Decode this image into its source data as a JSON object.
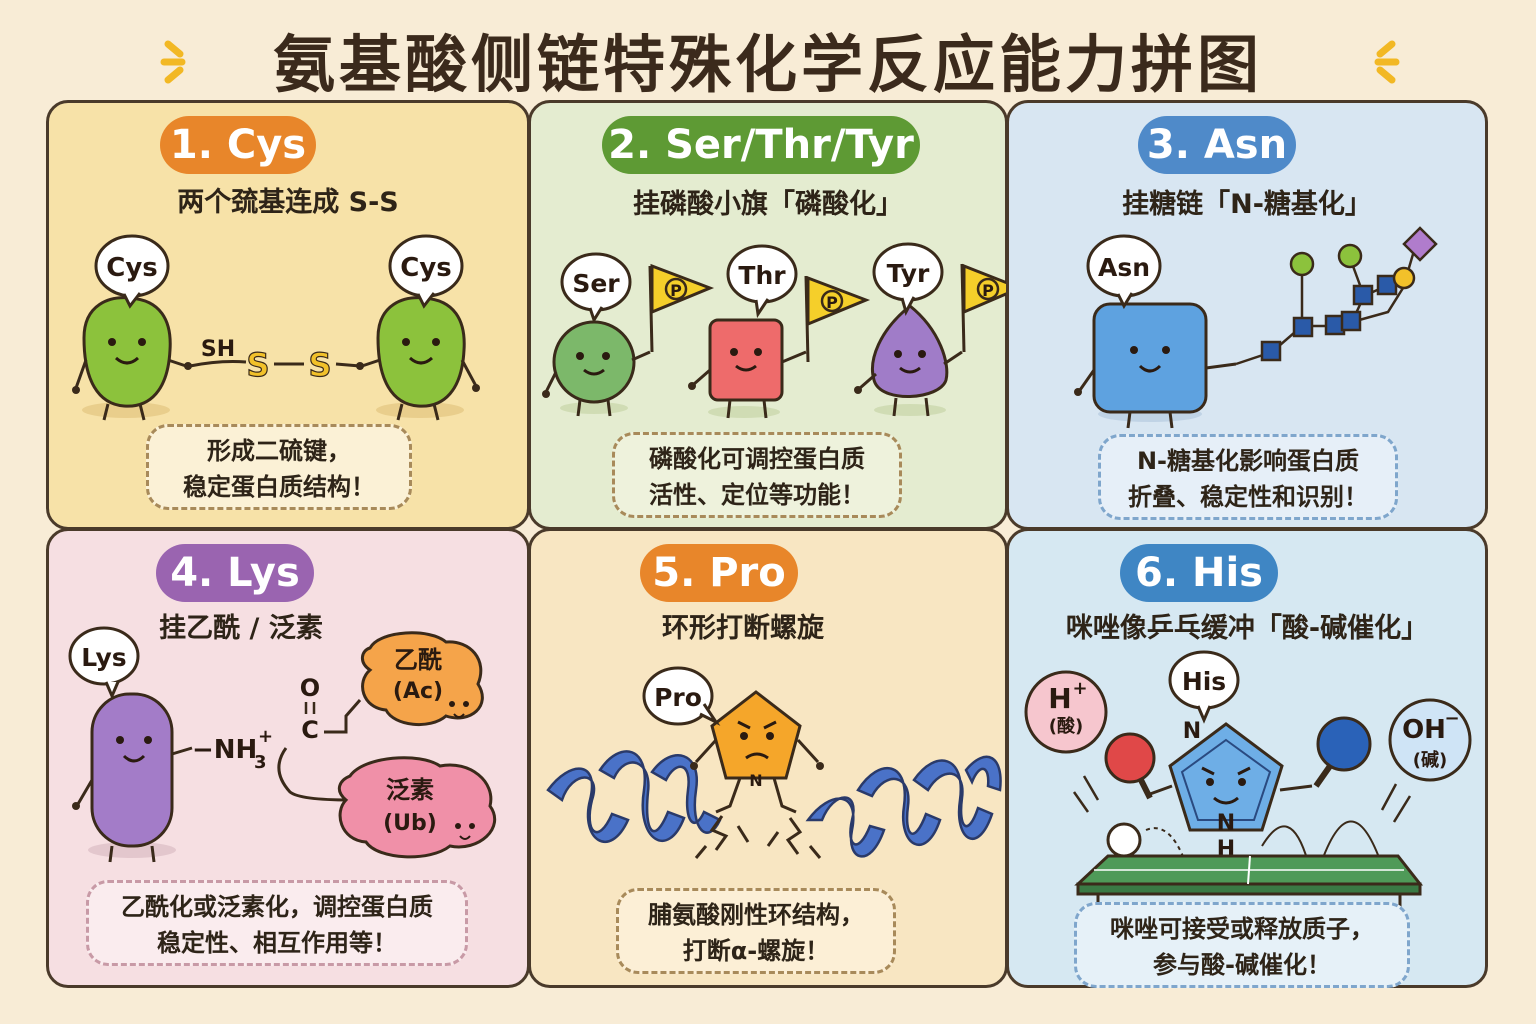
{
  "title": "氨基酸侧链特殊化学反应能力拼图",
  "colors": {
    "background": "#f8ecd6",
    "cys": "#e8862a",
    "ser": "#5e9a34",
    "asn": "#4f8ac9",
    "lys": "#9a64b0",
    "pro": "#e8862a",
    "his": "#3f86c4"
  },
  "panels": [
    {
      "id": "cys",
      "badge": "1. Cys",
      "subtitle": "两个巯基连成 S-S",
      "labels": {
        "left": "Cys",
        "right": "Cys",
        "sh": "SH",
        "s1": "S",
        "s2": "S"
      },
      "note": [
        "形成二硫键，",
        "稳定蛋白质结构！"
      ]
    },
    {
      "id": "ser",
      "badge": "2. Ser/Thr/Tyr",
      "subtitle": "挂磷酸小旗「磷酸化」",
      "labels": {
        "ser": "Ser",
        "thr": "Thr",
        "tyr": "Tyr",
        "flag": "P"
      },
      "note": [
        "磷酸化可调控蛋白质",
        "活性、定位等功能！"
      ]
    },
    {
      "id": "asn",
      "badge": "3. Asn",
      "subtitle": "挂糖链「N-糖基化」",
      "labels": {
        "asn": "Asn"
      },
      "note": [
        "N-糖基化影响蛋白质",
        "折叠、稳定性和识别！"
      ]
    },
    {
      "id": "lys",
      "badge": "4. Lys",
      "subtitle": "挂乙酰 / 泛素",
      "labels": {
        "lys": "Lys",
        "nh3": "NH",
        "nh3_sub": "3",
        "nh3_sup": "+",
        "o": "O",
        "c": "C",
        "ac1": "乙酰",
        "ac2": "(Ac)",
        "ub1": "泛素",
        "ub2": "(Ub)"
      },
      "note": [
        "乙酰化或泛素化，调控蛋白质",
        "稳定性、相互作用等！"
      ]
    },
    {
      "id": "pro",
      "badge": "5. Pro",
      "subtitle": "环形打断螺旋",
      "labels": {
        "pro": "Pro",
        "n": "N"
      },
      "note": [
        "脯氨酸刚性环结构，",
        "打断α-螺旋！"
      ]
    },
    {
      "id": "his",
      "badge": "6. His",
      "subtitle": "咪唑像乒乓缓冲「酸-碱催化」",
      "labels": {
        "his": "His",
        "h_plus": "H",
        "plus": "+",
        "acid": "(酸)",
        "oh": "OH",
        "minus": "−",
        "base": "(碱)",
        "n_top": "N",
        "n_bot": "N",
        "h_bot": "H"
      },
      "note": [
        "咪唑可接受或释放质子，",
        "参与酸-碱催化！"
      ]
    }
  ]
}
